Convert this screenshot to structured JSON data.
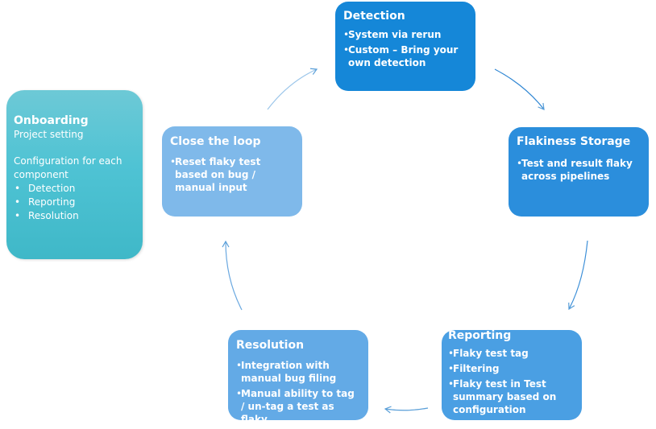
{
  "colors": {
    "detection": "#1587d8",
    "storage": "#2b8edc",
    "reporting": "#4a9fe3",
    "resolution": "#63aae6",
    "close_loop": "#7fb9ea",
    "onboarding": "#4fc3d4",
    "arrow": "#5a9fd8"
  },
  "detection": {
    "title": "Detection",
    "items": [
      "System via rerun",
      "Custom – Bring your own detection"
    ]
  },
  "storage": {
    "title": "Flakiness Storage",
    "items": [
      "Test and result flaky across pipelines"
    ]
  },
  "reporting": {
    "title": "Reporting",
    "items": [
      "Flaky test tag",
      "Filtering",
      "Flaky test in Test summary based on configuration"
    ]
  },
  "resolution": {
    "title": "Resolution",
    "items": [
      "Integration with manual bug filing",
      "Manual ability to tag / un-tag a test as flaky"
    ]
  },
  "close_loop": {
    "title": "Close the loop",
    "items": [
      "Reset flaky test based on bug / manual input"
    ]
  },
  "onboarding": {
    "title": "Onboarding",
    "subtitle": "Project setting",
    "config_label": "Configuration for each component",
    "items": [
      "Detection",
      "Reporting",
      "Resolution"
    ]
  }
}
